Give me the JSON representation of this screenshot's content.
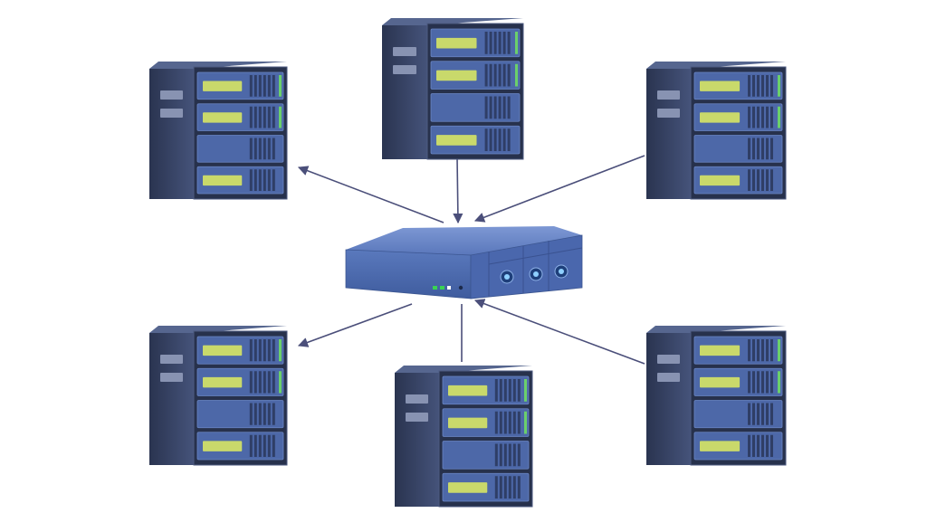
{
  "diagram": {
    "type": "star-network",
    "hub": {
      "id": "hub",
      "kind": "network-switch",
      "indicator_count": 3,
      "status_led_color": "#39d353"
    },
    "nodes": [
      {
        "id": "server-top-left",
        "kind": "server-rack",
        "drive_bays": 4,
        "lit_bays": [
          0,
          1,
          3
        ]
      },
      {
        "id": "server-top-center",
        "kind": "server-rack",
        "drive_bays": 4,
        "lit_bays": [
          0,
          1,
          3
        ]
      },
      {
        "id": "server-top-right",
        "kind": "server-rack",
        "drive_bays": 4,
        "lit_bays": [
          0,
          1,
          3
        ]
      },
      {
        "id": "server-bottom-left",
        "kind": "server-rack",
        "drive_bays": 4,
        "lit_bays": [
          0,
          1,
          3
        ]
      },
      {
        "id": "server-bottom-center",
        "kind": "server-rack",
        "drive_bays": 4,
        "lit_bays": [
          0,
          1,
          3
        ]
      },
      {
        "id": "server-bottom-right",
        "kind": "server-rack",
        "drive_bays": 4,
        "lit_bays": [
          0,
          1,
          3
        ]
      }
    ],
    "edges": [
      {
        "from": "hub",
        "to": "server-top-left",
        "arrow": "to"
      },
      {
        "from": "server-top-center",
        "to": "hub",
        "arrow": "to"
      },
      {
        "from": "server-top-right",
        "to": "hub",
        "arrow": "to"
      },
      {
        "from": "hub",
        "to": "server-bottom-left",
        "arrow": "to"
      },
      {
        "from": "hub",
        "to": "server-bottom-center",
        "arrow": "none"
      },
      {
        "from": "server-bottom-right",
        "to": "hub",
        "arrow": "to"
      }
    ],
    "colors": {
      "rack_side": "#3a4666",
      "rack_front": "#27314c",
      "rack_edge": "#4c5a80",
      "bay": "#4d68a8",
      "bay_lit": "#c9d96b",
      "vent": "#2f3e66",
      "led": "#6bd06b",
      "hub_top": "#6f8ccc",
      "hub_front": "#4f6fb5",
      "connector": "#4b4f7a"
    }
  }
}
